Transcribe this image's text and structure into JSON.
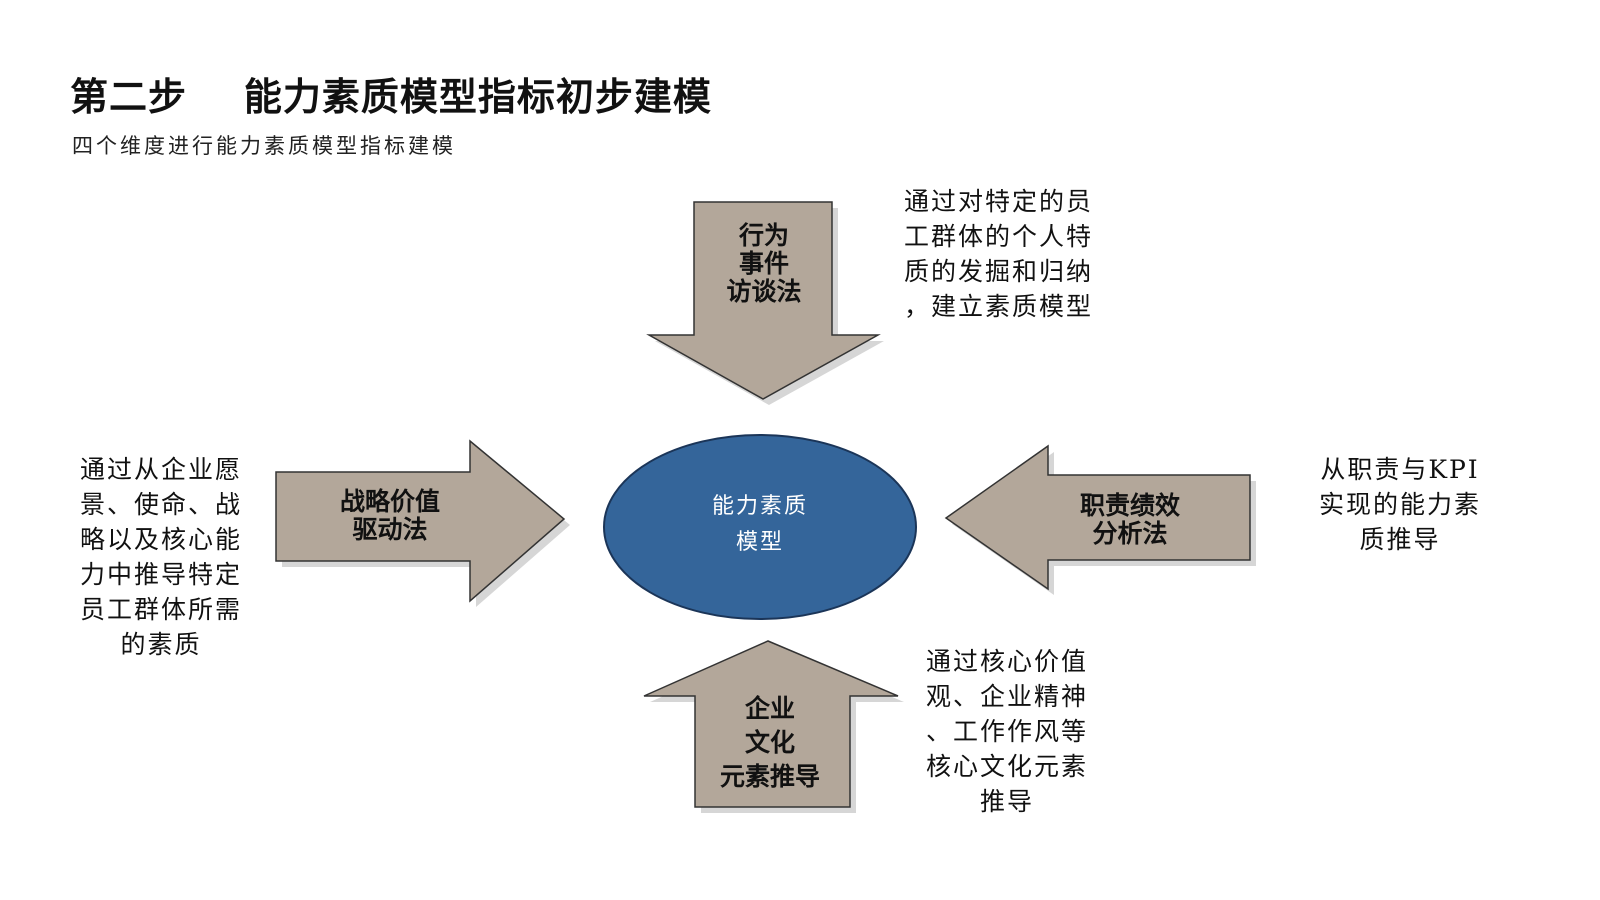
{
  "title": "第二步    能力素质模型指标初步建模",
  "subtitle": "四个维度进行能力素质模型指标建模",
  "center": {
    "lines": [
      "能力素质",
      "模型"
    ],
    "color": "#34659a"
  },
  "arrow_color": "#b3a79a",
  "arrows": {
    "top": {
      "lines": [
        "行为",
        "事件",
        "访谈法"
      ]
    },
    "left": {
      "lines": [
        "战略价值",
        "驱动法"
      ]
    },
    "right": {
      "lines": [
        "职责绩效",
        "分析法"
      ]
    },
    "bottom": {
      "lines": [
        "企业",
        "文化",
        "元素推导"
      ]
    }
  },
  "descriptions": {
    "top": {
      "lines": [
        "通过对特定的员",
        "工群体的个人特",
        "质的发掘和归纳",
        "，建立素质模型"
      ]
    },
    "left": {
      "lines": [
        "通过从企业愿",
        "景、使命、战",
        "略以及核心能",
        "力中推导特定",
        "员工群体所需",
        "的素质"
      ]
    },
    "right": {
      "lines": [
        "从职责与KPI",
        "实现的能力素",
        "质推导"
      ]
    },
    "bottom": {
      "lines": [
        "通过核心价值",
        "观、企业精神",
        "、工作作风等",
        "核心文化元素",
        "推导"
      ]
    }
  }
}
